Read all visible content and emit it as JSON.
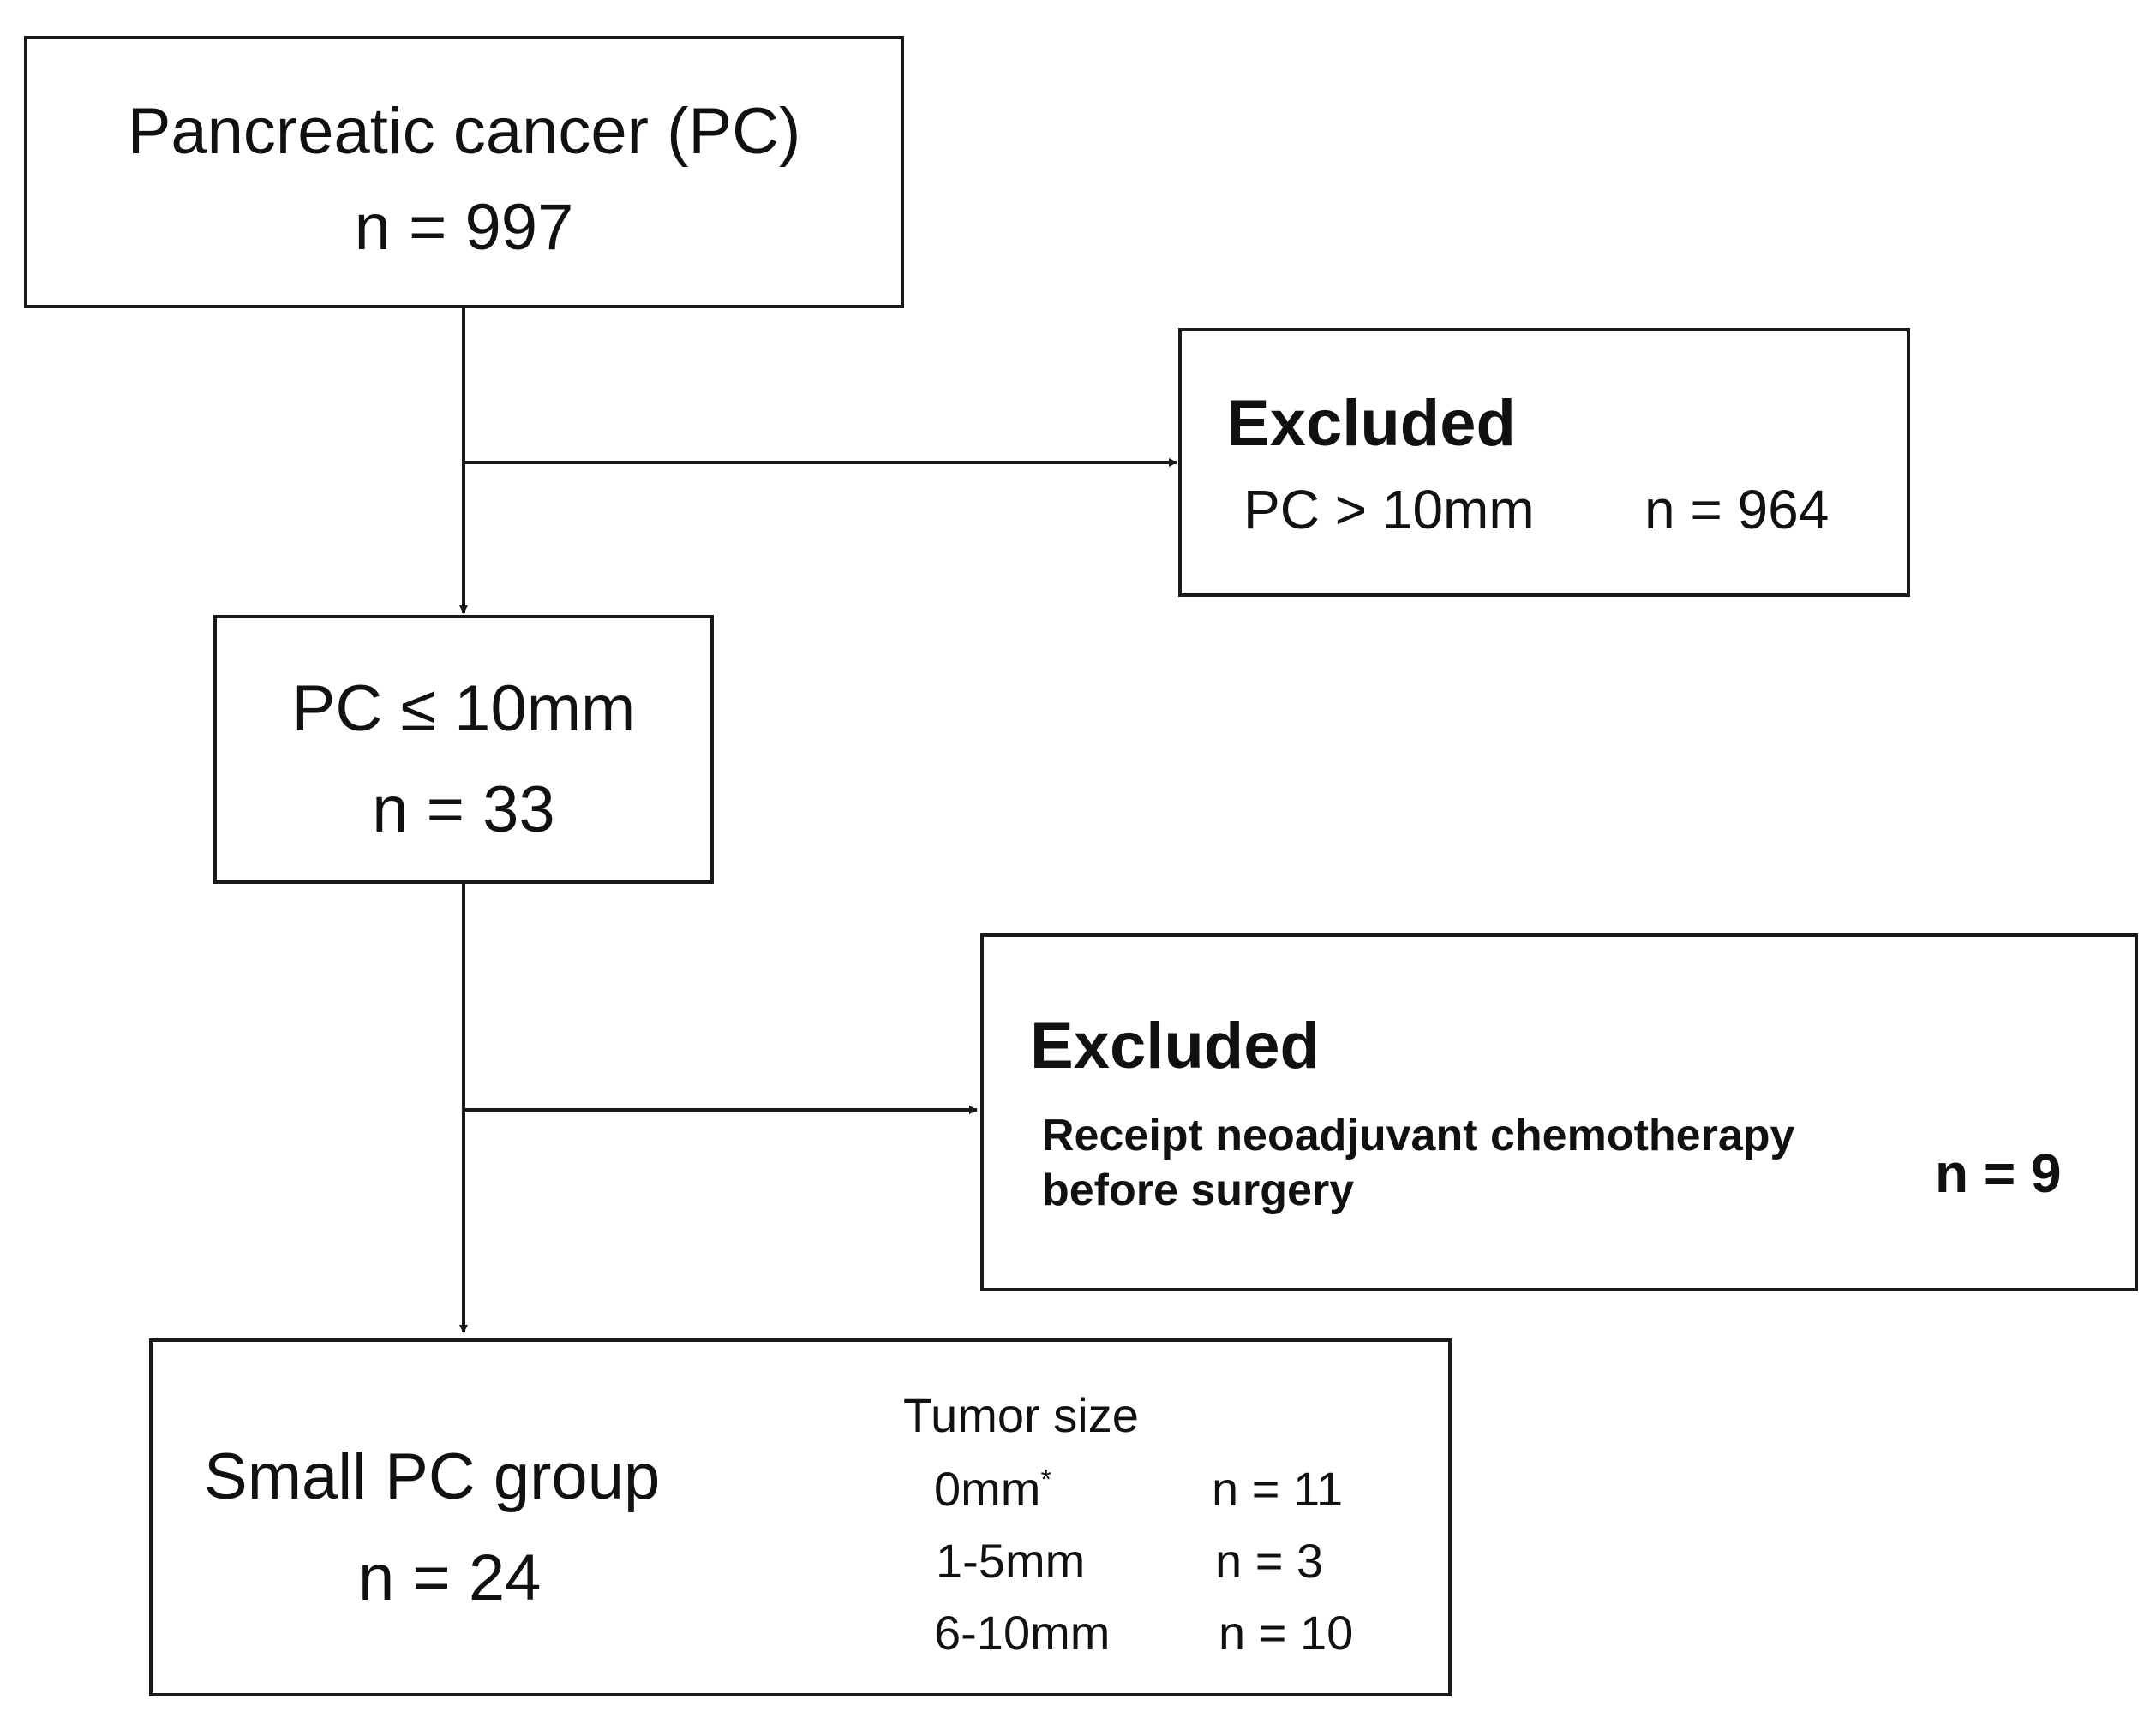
{
  "flow": {
    "total": {
      "label": "Pancreatic cancer (PC)",
      "n": "n = 997"
    },
    "excluded_1": {
      "title": "Excluded",
      "reason": "PC > 10mm",
      "n": "n = 964"
    },
    "small_subset": {
      "label": "PC ≤ 10mm",
      "n": "n = 33"
    },
    "excluded_2": {
      "title": "Excluded",
      "reason_line1": "Receipt neoadjuvant chemotherapy",
      "reason_line2": "before surgery",
      "n": "n = 9"
    },
    "final_group": {
      "label": "Small PC group",
      "n": "n = 24",
      "tumor_size_heading": "Tumor size",
      "rows": [
        {
          "size": "0mm",
          "marker": "*",
          "n": "n = 11"
        },
        {
          "size": "1-5mm",
          "marker": "",
          "n": "n = 3"
        },
        {
          "size": "6-10mm",
          "marker": "",
          "n": "n = 10"
        }
      ]
    }
  }
}
